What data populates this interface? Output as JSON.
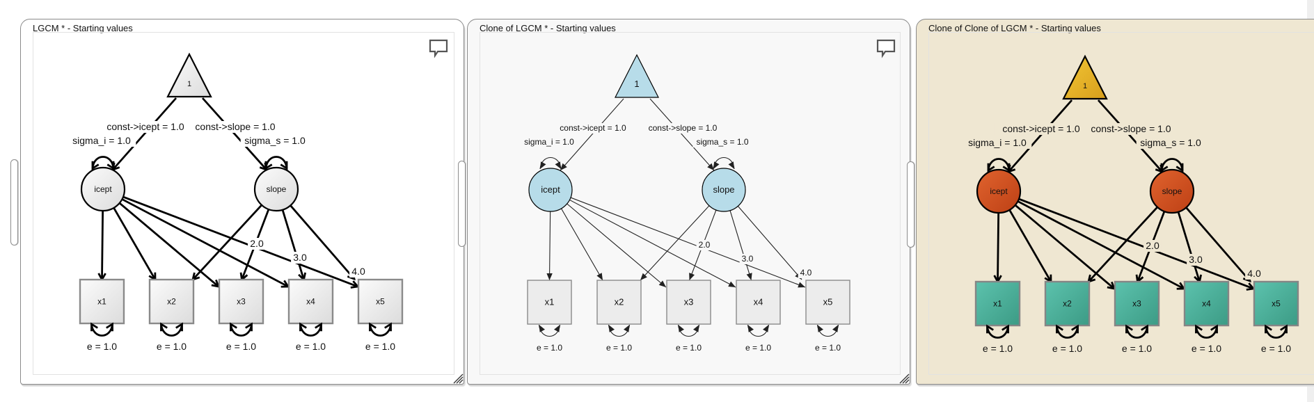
{
  "panels": [
    {
      "title": "LGCM * - Starting values",
      "theme": "default",
      "colors": {
        "background": "#ffffff",
        "triangle_fill_a": "#fbfbfb",
        "triangle_fill_b": "#dcdcdc",
        "latent_fill_a": "#fbfbfb",
        "latent_fill_b": "#dcdcdc",
        "manifest_fill_a": "#fbfbfb",
        "manifest_fill_b": "#dcdcdc",
        "manifest_stroke": "#8a8a8a",
        "edge": "#000000"
      },
      "style": "thick"
    },
    {
      "title": "Clone of LGCM * - Starting values",
      "theme": "blue",
      "colors": {
        "background": "#f8f8f8",
        "triangle_fill_a": "#b7dce9",
        "triangle_fill_b": "#b7dce9",
        "latent_fill_a": "#b7dce9",
        "latent_fill_b": "#b7dce9",
        "manifest_fill_a": "#ececec",
        "manifest_fill_b": "#ececec",
        "manifest_stroke": "#8a8a8a",
        "edge": "#222222"
      },
      "style": "thin"
    },
    {
      "title": "Clone of Clone of LGCM * - Starting values",
      "theme": "color",
      "colors": {
        "background": "#efe7d2",
        "triangle_fill_a": "#f2c635",
        "triangle_fill_b": "#d79e1c",
        "latent_fill_a": "#e0632e",
        "latent_fill_b": "#bd4015",
        "manifest_fill_a": "#5cc2ad",
        "manifest_fill_b": "#3c9b85",
        "manifest_stroke": "#858585",
        "edge": "#000000"
      },
      "style": "thick"
    }
  ],
  "model": {
    "constant": {
      "label": "1"
    },
    "latents": [
      {
        "id": "icept",
        "label": "icept",
        "variance_label": "sigma_i = 1.0",
        "const_path_label": "const->icept = 1.0"
      },
      {
        "id": "slope",
        "label": "slope",
        "variance_label": "sigma_s = 1.0",
        "const_path_label": "const->slope = 1.0"
      }
    ],
    "manifests": [
      {
        "id": "x1",
        "label": "x1",
        "residual_label": "e = 1.0"
      },
      {
        "id": "x2",
        "label": "x2",
        "residual_label": "e = 1.0"
      },
      {
        "id": "x3",
        "label": "x3",
        "residual_label": "e = 1.0"
      },
      {
        "id": "x4",
        "label": "x4",
        "residual_label": "e = 1.0"
      },
      {
        "id": "x5",
        "label": "x5",
        "residual_label": "e = 1.0"
      }
    ],
    "slope_loading_labels": [
      "",
      "",
      "2.0",
      "3.0",
      "4.0"
    ]
  },
  "icons": {
    "comment": "comment-bubble-icon",
    "resize": "resize-grip-icon"
  }
}
